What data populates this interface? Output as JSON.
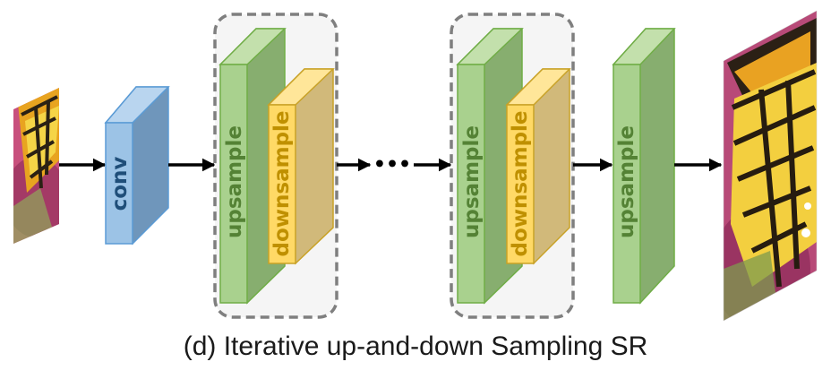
{
  "diagram": {
    "labels": {
      "conv": "conv",
      "upsample": "upsample",
      "downsample": "downsample",
      "ellipsis": "•••"
    },
    "caption": "(d) Iterative up-and-down Sampling SR"
  },
  "colors": {
    "conv_front": "#9cc3e6",
    "conv_side": "#6f96bb",
    "conv_stroke": "#5b9bd5",
    "conv_text": "#1f4e79",
    "up_front": "#a9d18e",
    "up_side": "#87ae6f",
    "up_stroke": "#70ad47",
    "up_text": "#548235",
    "down_front": "#ffd966",
    "down_side": "#d1b97a",
    "down_stroke": "#c9a227",
    "down_text": "#bf9000",
    "group_border": "#7f7f7f",
    "group_fill": "#f5f5f5",
    "arrow": "#000000"
  },
  "icons": {
    "input_image": "butterfly-lowres-image",
    "output_image": "butterfly-highres-image"
  }
}
